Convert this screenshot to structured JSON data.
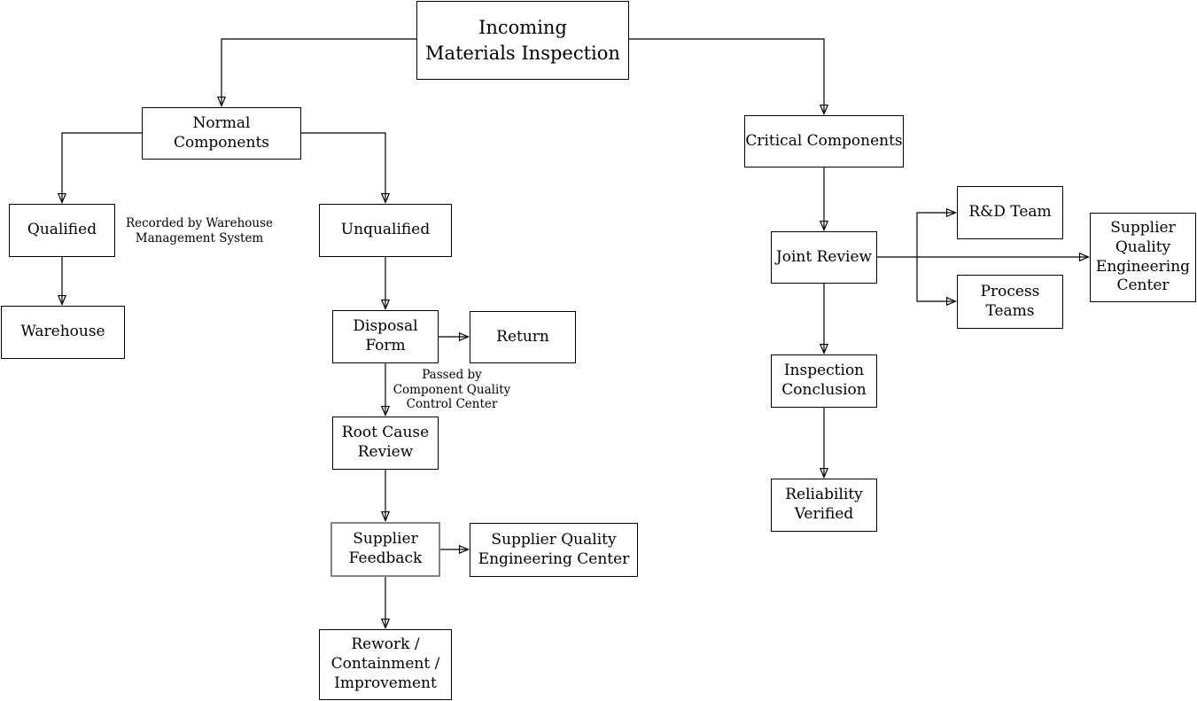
{
  "diagram": {
    "title": "Incoming Materials Inspection flowchart",
    "colors": {
      "background": "#ffffff",
      "line": "#000000",
      "box_fill": "#ffffff",
      "box_border": "#000000",
      "highlight_border": "#848484"
    },
    "nodes": {
      "title": {
        "label": "Incoming\nMaterials Inspection"
      },
      "normal_components": {
        "label": "Normal Components"
      },
      "critical_components": {
        "label": "Critical Components"
      },
      "qualified": {
        "label": "Qualified"
      },
      "unqualified": {
        "label": "Unqualified"
      },
      "warehouse": {
        "label": "Warehouse"
      },
      "disposal_form": {
        "label": "Disposal\nForm"
      },
      "return": {
        "label": "Return"
      },
      "root_cause_review": {
        "label": "Root Cause\nReview"
      },
      "supplier_feedback": {
        "label": "Supplier\nFeedback"
      },
      "supplier_quality_engineering_center": {
        "label": "Supplier Quality\nEngineering Center"
      },
      "rework_containment_improvement": {
        "label": "Rework /\nContainment /\nImprovement"
      },
      "joint_review": {
        "label": "Joint Review"
      },
      "rd_team": {
        "label": "R&D Team"
      },
      "process_teams": {
        "label": "Process\nTeams"
      },
      "supplier_quality_engineering_center_right": {
        "label": "Supplier\nQuality\nEngineering\nCenter"
      },
      "inspection_conclusion": {
        "label": "Inspection\nConclusion"
      },
      "reliability_verified": {
        "label": "Reliability\nVerified"
      }
    },
    "annotations": {
      "recorded_by": {
        "label": "Recorded by Warehouse\nManagement System"
      },
      "passed_by": {
        "label": "Passed by\nComponent Quality\nControl Center"
      }
    }
  }
}
